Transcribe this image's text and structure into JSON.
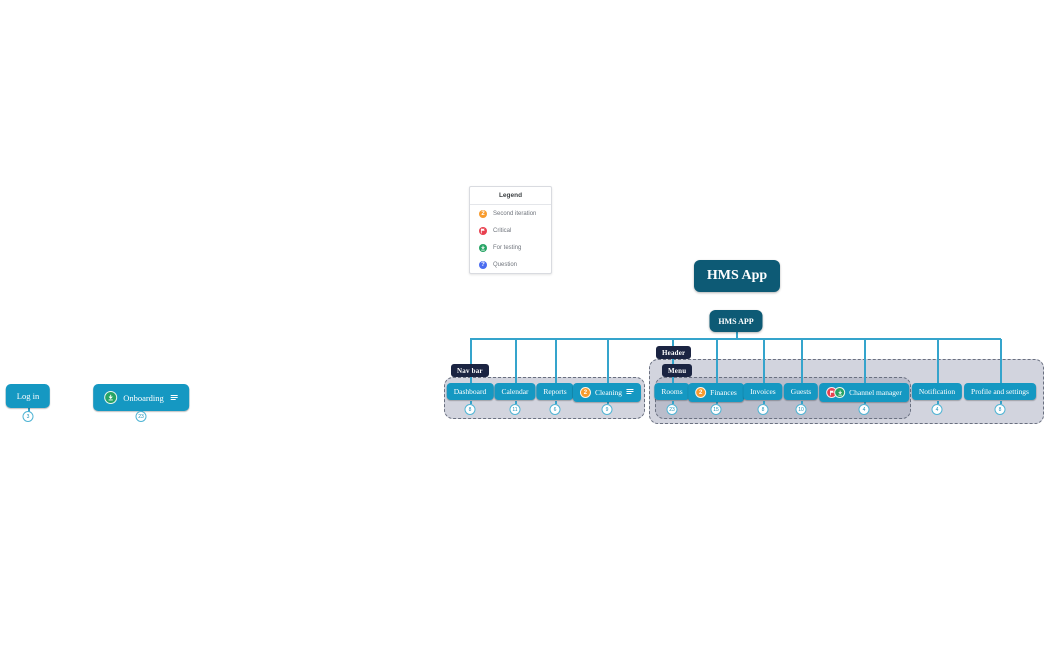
{
  "colors": {
    "node": "#1598c2",
    "root_box": "#0d5a75",
    "tag": "#1b2442",
    "connector": "#35a4cc",
    "group_fill": "#adb1c2",
    "marker_orange": "#f89b2d",
    "marker_red": "#e8404f",
    "marker_green": "#27a465",
    "marker_blue": "#4a6cf0"
  },
  "legend": {
    "title": "Legend",
    "items": [
      {
        "icon": "second-iteration-icon",
        "glyph": "2",
        "label": "Second iteration"
      },
      {
        "icon": "critical-flag-icon",
        "label": "Critical"
      },
      {
        "icon": "for-testing-icon",
        "label": "For testing"
      },
      {
        "icon": "question-icon",
        "glyph": "?",
        "label": "Question"
      }
    ]
  },
  "markers": {
    "second_iteration": {
      "glyph": "2"
    },
    "question": {
      "glyph": "?"
    }
  },
  "title_box": {
    "label": "HMS App"
  },
  "tree_root": {
    "label": "HMS APP"
  },
  "standalone": {
    "login": {
      "label": "Log in",
      "badge": "3"
    },
    "onboarding": {
      "label": "Onboarding",
      "badge": "23"
    }
  },
  "nav_bar": {
    "tag": "Nav bar",
    "nodes": [
      {
        "label": "Dashboard",
        "badge": "8"
      },
      {
        "label": "Calendar",
        "badge": "11"
      },
      {
        "label": "Reports",
        "badge": "6"
      },
      {
        "label": "Cleaning",
        "badge": "9"
      }
    ]
  },
  "header": {
    "tag": "Header",
    "menu": {
      "tag": "Menu",
      "nodes": [
        {
          "label": "Rooms",
          "badge": "23"
        },
        {
          "label": "Finances",
          "badge": "15"
        },
        {
          "label": "Invoices",
          "badge": "8"
        },
        {
          "label": "Guests",
          "badge": "10"
        },
        {
          "label": "Channel manager",
          "badge": "4"
        }
      ]
    },
    "nodes": [
      {
        "label": "Notification",
        "badge": "4"
      },
      {
        "label": "Profile and settings",
        "badge": "8"
      }
    ]
  }
}
